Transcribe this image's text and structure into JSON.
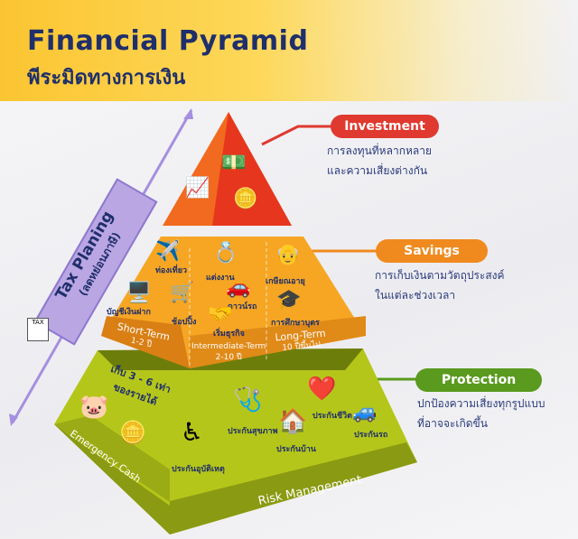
{
  "title": "Financial Pyramid",
  "subtitle": "พีระมิดทางการเงิน",
  "tax": {
    "label": "Tax Planing",
    "sub": "(ลดหย่อนภาษี)",
    "icon_text": "TAX"
  },
  "levels": {
    "investment": {
      "label": "Investment",
      "desc": [
        "การลงทุนที่หลากหลาย",
        "และความเสี่ยงต่างกัน"
      ],
      "color": "#e0392f"
    },
    "savings": {
      "label": "Savings",
      "desc": [
        "การเก็บเงินตามวัตถุประสงค์",
        "ในแต่ละช่วงเวลา"
      ],
      "color": "#f08a1e",
      "items": [
        "ท่องเที่ยว",
        "แต่งงาน",
        "เกษียณอายุ",
        "บัญชีเงินฝาก",
        "ช้อปปิ้ง",
        "ดาวน์รถ",
        "เริ่มธุรกิจ",
        "การศึกษาบุตร"
      ],
      "terms": [
        {
          "name": "Short-Term",
          "range": "1-2 ปี"
        },
        {
          "name": "Intermediate-Term",
          "range": "2-10 ปี"
        },
        {
          "name": "Long-Term",
          "range": "10 ปีขึ้นไป"
        }
      ]
    },
    "protection": {
      "label": "Protection",
      "desc": [
        "ปกป้องความเสี่ยงทุกรูปแบบ",
        "ที่อาจจะเกิดขึ้น"
      ],
      "color": "#5a9a1e",
      "emergency": {
        "note": [
          "เก็บ 3 - 6 เท่า",
          "ของรายได้"
        ],
        "label": "Emergency Cash"
      },
      "items": [
        "ประกันสุขภาพ",
        "ประกันชีวิต",
        "ประกันรถ",
        "ประกันบ้าน",
        "ประกันอุบัติเหตุ"
      ],
      "risk_label": "Risk Management"
    }
  }
}
